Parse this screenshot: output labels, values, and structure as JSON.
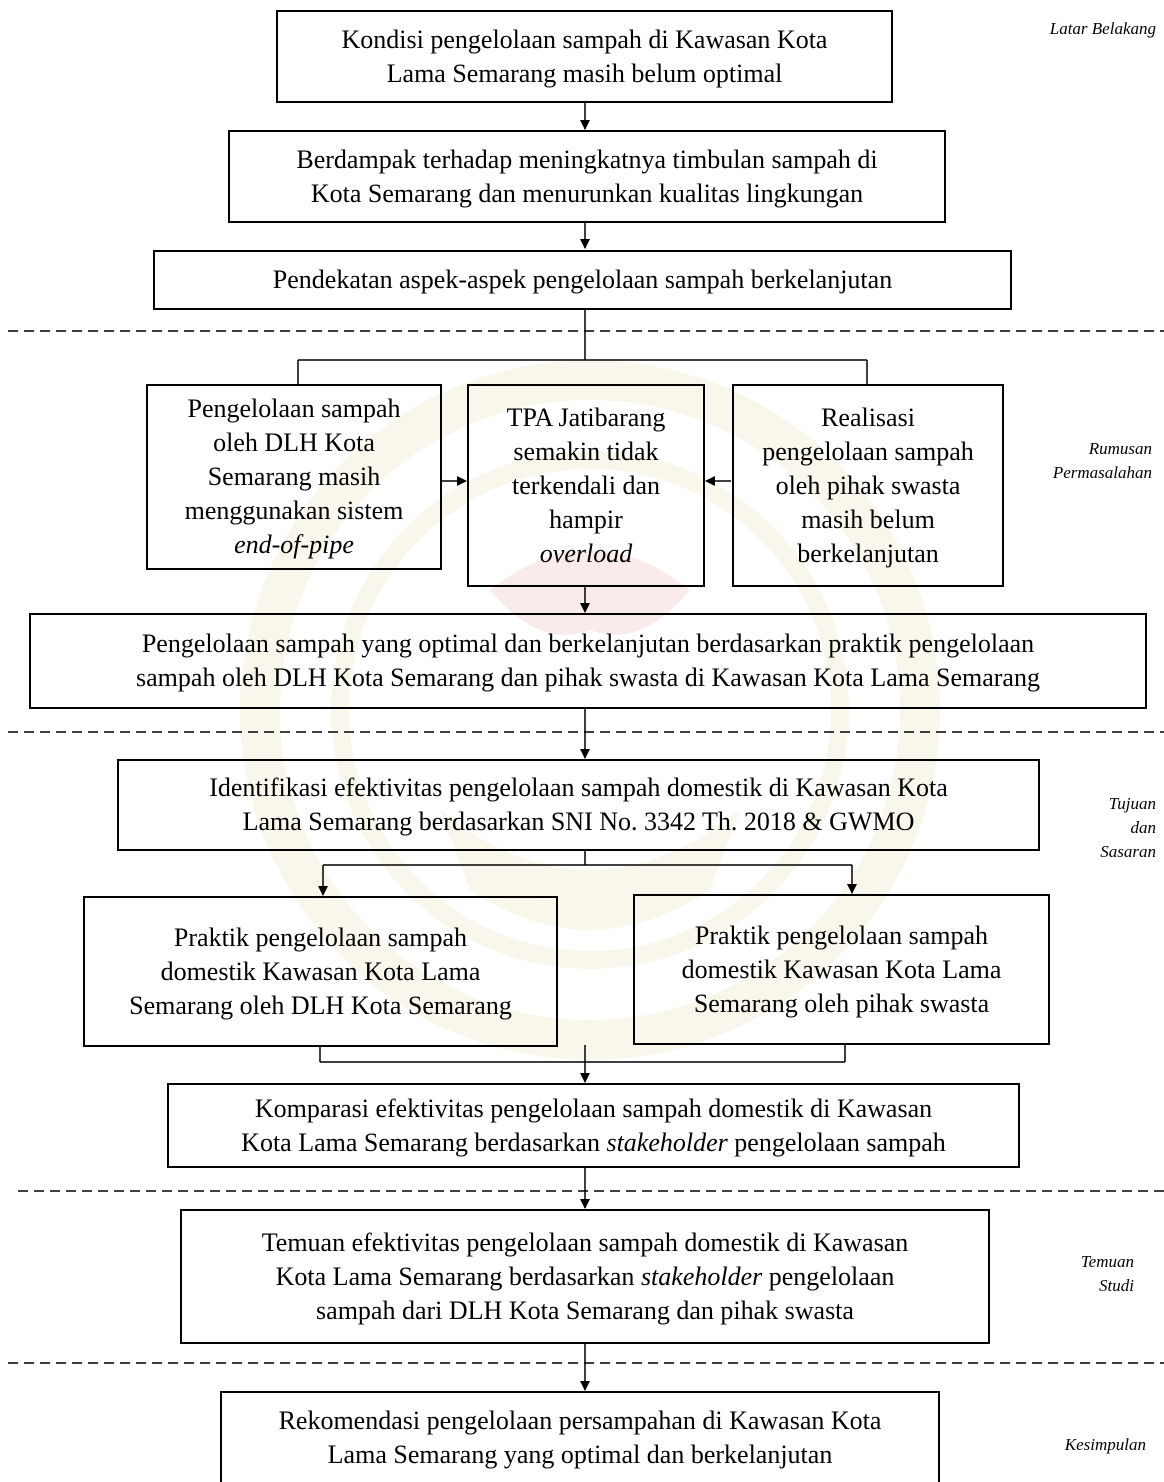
{
  "colors": {
    "line": "#000000",
    "watermark": "#c8a43a",
    "watermark_accent": "#d23030"
  },
  "boxes": {
    "kondisi": {
      "lines": [
        "Kondisi pengelolaan sampah di Kawasan Kota",
        "Lama Semarang masih belum optimal"
      ]
    },
    "dampak": {
      "lines": [
        "Berdampak terhadap meningkatnya timbulan sampah di",
        "Kota Semarang dan menurunkan kualitas lingkungan"
      ]
    },
    "pendekatan": {
      "lines": [
        "Pendekatan aspek-aspek pengelolaan sampah berkelanjutan"
      ]
    },
    "dlh": {
      "lines": [
        "Pengelolaan sampah",
        "oleh DLH Kota",
        "Semarang masih",
        "menggunakan sistem"
      ],
      "italic": "end-of-pipe"
    },
    "tpa": {
      "lines": [
        "TPA Jatibarang",
        "semakin tidak",
        "terkendali dan",
        "hampir"
      ],
      "italic": "overload"
    },
    "swasta": {
      "lines": [
        "Realisasi",
        "pengelolaan sampah",
        "oleh pihak swasta",
        "masih belum",
        "berkelanjutan"
      ]
    },
    "optimal": {
      "lines": [
        "Pengelolaan sampah yang optimal dan berkelanjutan berdasarkan praktik pengelolaan",
        "sampah oleh DLH Kota Semarang dan pihak swasta di Kawasan Kota Lama Semarang"
      ]
    },
    "identifikasi": {
      "lines": [
        "Identifikasi efektivitas pengelolaan sampah domestik di Kawasan Kota",
        "Lama Semarang berdasarkan SNI No. 3342 Th. 2018 & GWMO"
      ]
    },
    "praktik_dlh": {
      "lines": [
        "Praktik pengelolaan sampah",
        "domestik Kawasan Kota Lama",
        "Semarang oleh DLH Kota Semarang"
      ]
    },
    "praktik_swasta": {
      "lines": [
        "Praktik pengelolaan sampah",
        "domestik Kawasan Kota Lama",
        "Semarang oleh pihak swasta"
      ]
    },
    "komparasi": {
      "line1": "Komparasi efektivitas pengelolaan sampah domestik di Kawasan",
      "line2_pre": "Kota Lama Semarang berdasarkan ",
      "line2_italic": "stakeholder",
      "line2_post": " pengelolaan sampah"
    },
    "temuan": {
      "line1": "Temuan efektivitas pengelolaan sampah domestik di Kawasan",
      "line2_pre": "Kota Lama Semarang berdasarkan ",
      "line2_italic": "stakeholder",
      "line2_post": " pengelolaan",
      "line3": "sampah dari DLH Kota Semarang dan pihak swasta"
    },
    "rekomendasi": {
      "lines": [
        "Rekomendasi pengelolaan persampahan di Kawasan Kota",
        "Lama Semarang yang optimal dan berkelanjutan"
      ]
    }
  },
  "sections": {
    "latar": [
      "Latar Belakang"
    ],
    "rumusan": [
      "Rumusan",
      "Permasalahan"
    ],
    "tujuan": [
      "Tujuan",
      "dan",
      "Sasaran"
    ],
    "temuan": [
      "Temuan",
      "Studi"
    ],
    "kesimpulan": [
      "Kesimpulan"
    ]
  }
}
